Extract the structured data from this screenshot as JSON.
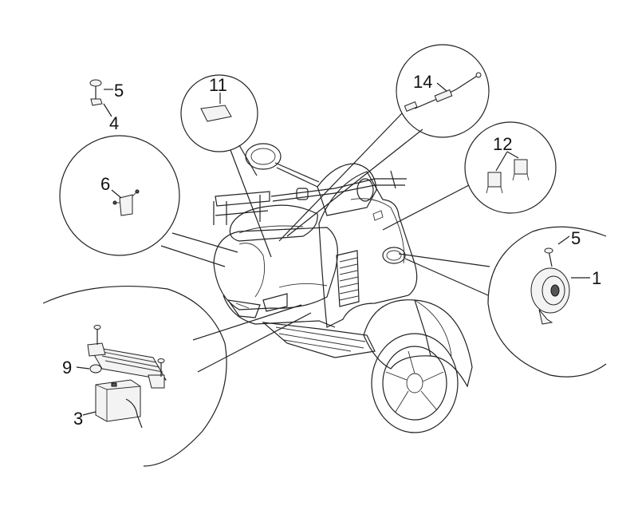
{
  "diagram": {
    "callouts": [
      {
        "id": "c5a",
        "label": "5"
      },
      {
        "id": "c4",
        "label": "4"
      },
      {
        "id": "c11",
        "label": "11"
      },
      {
        "id": "c14",
        "label": "14"
      },
      {
        "id": "c12",
        "label": "12"
      },
      {
        "id": "c6",
        "label": "6"
      },
      {
        "id": "c5b",
        "label": "5"
      },
      {
        "id": "c1",
        "label": "1"
      },
      {
        "id": "c9",
        "label": "9"
      },
      {
        "id": "c3",
        "label": "3"
      }
    ],
    "colors": {
      "line": "#222222",
      "background": "#ffffff"
    }
  }
}
